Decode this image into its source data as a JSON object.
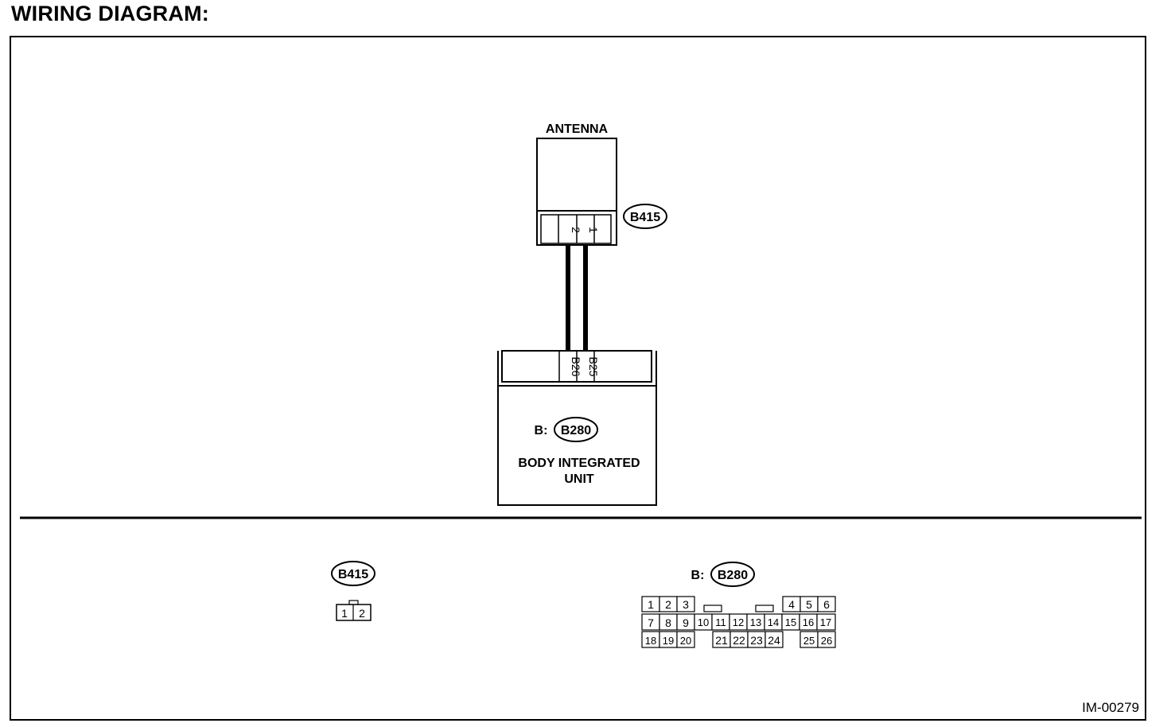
{
  "page_title": "WIRING DIAGRAM:",
  "figure_id": "IM-00279",
  "antenna": {
    "label": "ANTENNA",
    "connector": "B415",
    "pins": [
      "2",
      "1"
    ]
  },
  "body_unit": {
    "label_line1": "BODY INTEGRATED",
    "label_line2": "UNIT",
    "connector_prefix": "B:",
    "connector": "B280",
    "pins": [
      "B26",
      "B25"
    ]
  },
  "legend": {
    "b415": {
      "label": "B415",
      "pins": [
        "1",
        "2"
      ]
    },
    "b280": {
      "prefix": "B:",
      "label": "B280",
      "row1": [
        "1",
        "2",
        "3",
        "4",
        "5",
        "6"
      ],
      "row2": [
        "7",
        "8",
        "9",
        "10",
        "11",
        "12",
        "13",
        "14",
        "15",
        "16",
        "17"
      ],
      "row3": [
        "18",
        "19",
        "20",
        "21",
        "22",
        "23",
        "24",
        "25",
        "26"
      ]
    }
  }
}
